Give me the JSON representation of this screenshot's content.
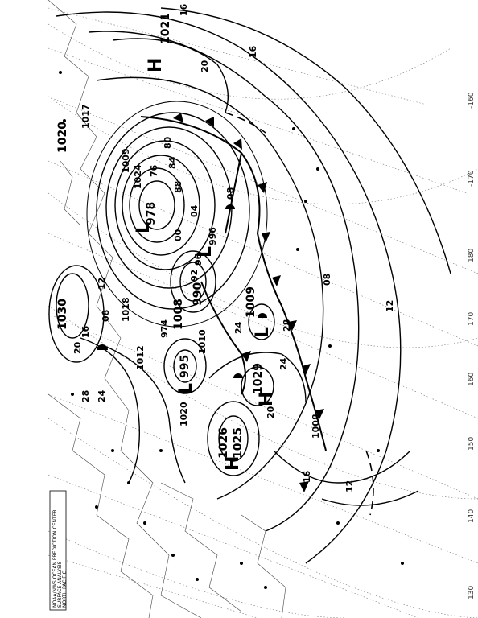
{
  "chart": {
    "legend_lines": [
      "NOAA/NWS OCEAN PREDICTION CENTER",
      "SURFACE ANALYSIS",
      "NORTH PACIFIC"
    ]
  },
  "pressure_centers": [
    {
      "type": "H",
      "value": "1021"
    },
    {
      "type": "H",
      "value": "1020"
    },
    {
      "type": "H",
      "value": "1030"
    },
    {
      "type": "H",
      "value": "1026"
    },
    {
      "type": "L",
      "value": "978"
    },
    {
      "type": "L",
      "value": "996"
    },
    {
      "type": "L",
      "value": "990"
    },
    {
      "type": "L",
      "value": "995"
    },
    {
      "type": "L",
      "value": "1009"
    },
    {
      "type": "L",
      "value": "1008"
    },
    {
      "type": "H",
      "value": "1025"
    },
    {
      "type": "H",
      "value": "1029"
    }
  ],
  "isobar_labels": [
    "16",
    "20",
    "16",
    "12",
    "24",
    "28",
    "08",
    "04",
    "00",
    "96",
    "92",
    "88",
    "84",
    "80",
    "76",
    "12",
    "08",
    "16",
    "20",
    "24",
    "28",
    "1017",
    "1009",
    "1012",
    "1018",
    "1010",
    "1020",
    "1024",
    "974",
    "1008",
    "16",
    "12",
    "08",
    "20",
    "24"
  ],
  "longitude_labels": [
    "-160",
    "-170",
    "180",
    "170",
    "160",
    "150",
    "140",
    "130"
  ],
  "colors": {
    "ink": "#000000",
    "grid": "#777777",
    "coast": "#444444"
  }
}
